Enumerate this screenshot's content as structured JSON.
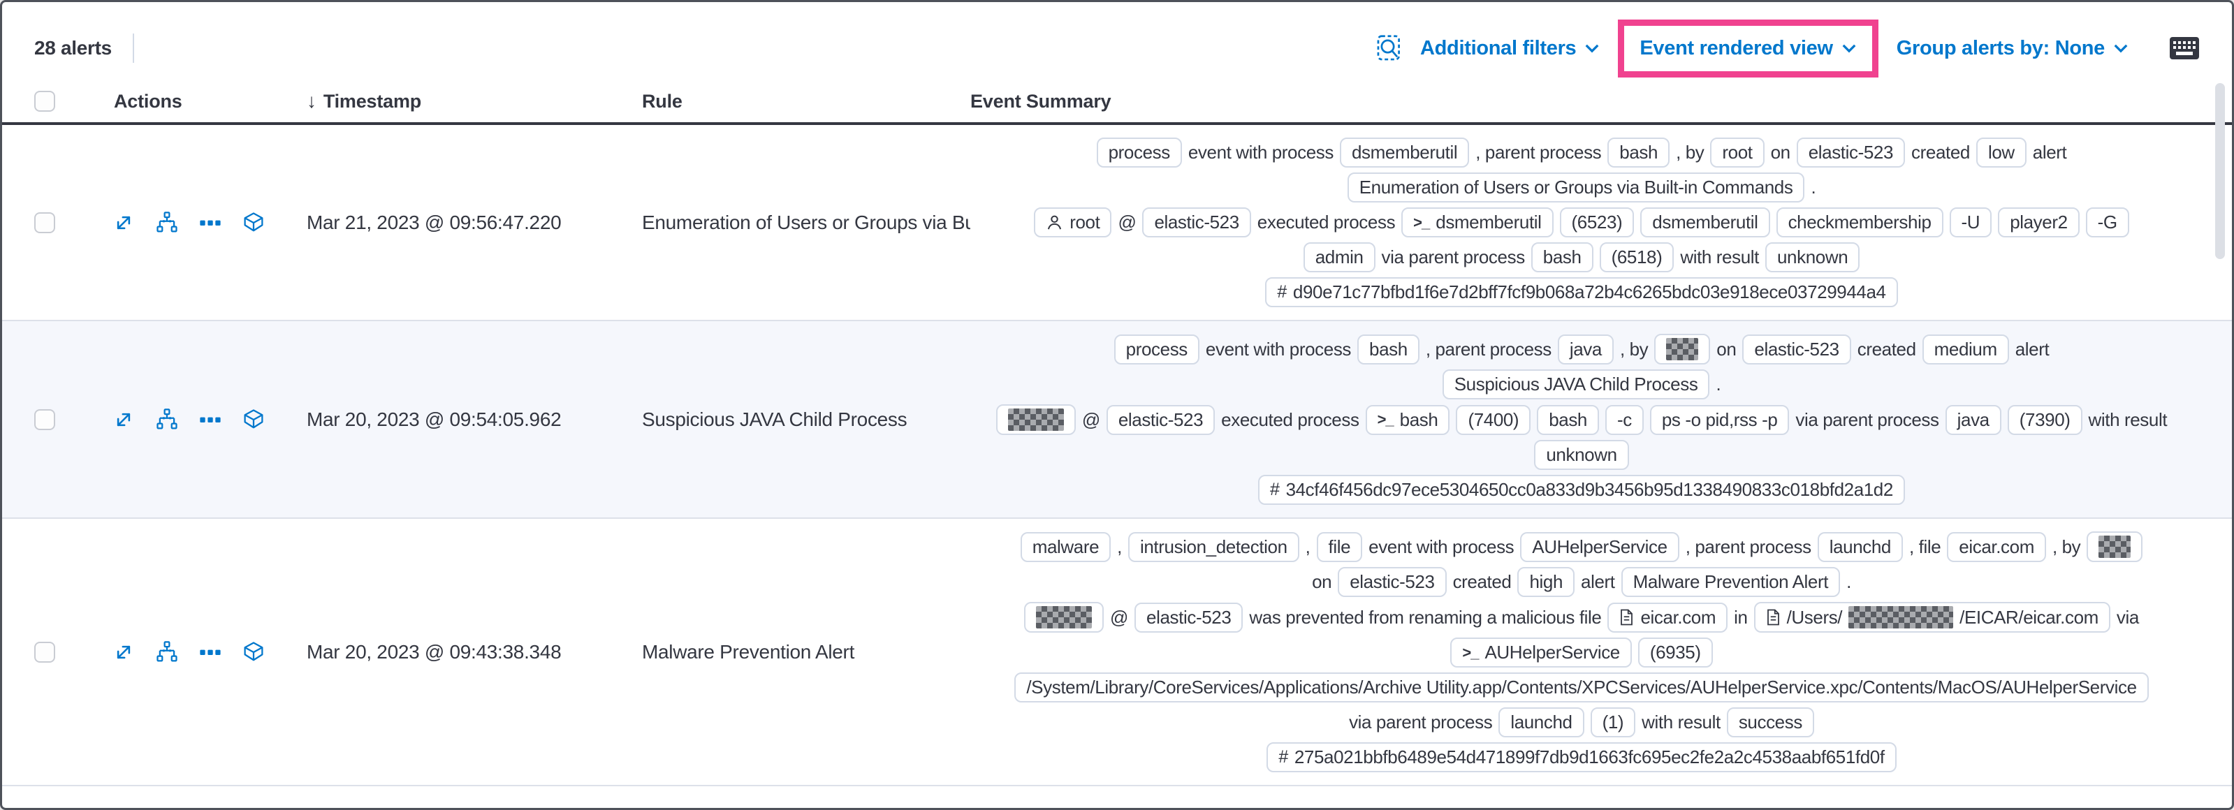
{
  "toolbar": {
    "alert_count": "28 alerts",
    "additional_filters": "Additional filters",
    "view_selector": "Event rendered view",
    "group_by": "Group alerts by: None"
  },
  "header": {
    "actions": "Actions",
    "timestamp": "Timestamp",
    "rule": "Rule",
    "event_summary": "Event Summary"
  },
  "colors": {
    "link_blue": "#0077cc",
    "highlight_pink": "#f0428f",
    "header_dark": "#343741",
    "badge_border": "#d3dae6",
    "stripe_bg": "#f5f7fc"
  },
  "rows": [
    {
      "timestamp": "Mar 21, 2023 @ 09:56:47.220",
      "rule": "Enumeration of Users or Groups via Bui",
      "striped": false,
      "summary": [
        [
          {
            "k": "b",
            "v": "process"
          },
          {
            "k": "t",
            "v": "event with process"
          },
          {
            "k": "b",
            "v": "dsmemberutil"
          },
          {
            "k": "t",
            "v": ", parent process"
          },
          {
            "k": "b",
            "v": "bash"
          },
          {
            "k": "t",
            "v": ", by"
          },
          {
            "k": "b",
            "v": "root"
          },
          {
            "k": "t",
            "v": "on"
          },
          {
            "k": "b",
            "v": "elastic-523"
          },
          {
            "k": "t",
            "v": "created"
          },
          {
            "k": "b",
            "v": "low"
          },
          {
            "k": "t",
            "v": "alert"
          }
        ],
        [
          {
            "k": "b",
            "v": "Enumeration of Users or Groups via Built-in Commands"
          },
          {
            "k": "t",
            "v": "."
          }
        ],
        [
          {
            "k": "b",
            "v": "root",
            "icon": "user"
          },
          {
            "k": "t",
            "v": "@"
          },
          {
            "k": "b",
            "v": "elastic-523"
          },
          {
            "k": "t",
            "v": "executed process"
          },
          {
            "k": "b",
            "v": "dsmemberutil",
            "icon": "terminal"
          },
          {
            "k": "b",
            "v": "(6523)"
          },
          {
            "k": "b",
            "v": "dsmemberutil"
          },
          {
            "k": "b",
            "v": "checkmembership"
          },
          {
            "k": "b",
            "v": "-U"
          },
          {
            "k": "b",
            "v": "player2"
          },
          {
            "k": "b",
            "v": "-G"
          }
        ],
        [
          {
            "k": "b",
            "v": "admin"
          },
          {
            "k": "t",
            "v": "via parent process"
          },
          {
            "k": "b",
            "v": "bash"
          },
          {
            "k": "b",
            "v": "(6518)"
          },
          {
            "k": "t",
            "v": "with result"
          },
          {
            "k": "b",
            "v": "unknown"
          }
        ],
        [
          {
            "k": "b",
            "v": "d90e71c77bfbd1f6e7d2bff7fcf9b068a72b4c6265bdc03e918ece03729944a4",
            "icon": "hash"
          }
        ]
      ]
    },
    {
      "timestamp": "Mar 20, 2023 @ 09:54:05.962",
      "rule": "Suspicious JAVA Child Process",
      "striped": true,
      "summary": [
        [
          {
            "k": "b",
            "v": "process"
          },
          {
            "k": "t",
            "v": "event with process"
          },
          {
            "k": "b",
            "v": "bash"
          },
          {
            "k": "t",
            "v": ", parent process"
          },
          {
            "k": "b",
            "v": "java"
          },
          {
            "k": "t",
            "v": ", by"
          },
          {
            "k": "br",
            "w": 46
          },
          {
            "k": "t",
            "v": "on"
          },
          {
            "k": "b",
            "v": "elastic-523"
          },
          {
            "k": "t",
            "v": "created"
          },
          {
            "k": "b",
            "v": "medium"
          },
          {
            "k": "t",
            "v": "alert"
          }
        ],
        [
          {
            "k": "b",
            "v": "Suspicious JAVA Child Process"
          },
          {
            "k": "t",
            "v": "."
          }
        ],
        [
          {
            "k": "br",
            "w": 80
          },
          {
            "k": "t",
            "v": "@"
          },
          {
            "k": "b",
            "v": "elastic-523"
          },
          {
            "k": "t",
            "v": "executed process"
          },
          {
            "k": "b",
            "v": "bash",
            "icon": "terminal"
          },
          {
            "k": "b",
            "v": "(7400)"
          },
          {
            "k": "b",
            "v": "bash"
          },
          {
            "k": "b",
            "v": "-c"
          },
          {
            "k": "b",
            "v": "ps -o pid,rss -p"
          },
          {
            "k": "t",
            "v": "via parent process"
          },
          {
            "k": "b",
            "v": "java"
          },
          {
            "k": "b",
            "v": "(7390)"
          },
          {
            "k": "t",
            "v": "with result"
          }
        ],
        [
          {
            "k": "b",
            "v": "unknown"
          }
        ],
        [
          {
            "k": "b",
            "v": "34cf46f456dc97ece5304650cc0a833d9b3456b95d1338490833c018bfd2a1d2",
            "icon": "hash"
          }
        ]
      ]
    },
    {
      "timestamp": "Mar 20, 2023 @ 09:43:38.348",
      "rule": "Malware Prevention Alert",
      "striped": false,
      "summary": [
        [
          {
            "k": "b",
            "v": "malware"
          },
          {
            "k": "t",
            "v": ","
          },
          {
            "k": "b",
            "v": "intrusion_detection"
          },
          {
            "k": "t",
            "v": ","
          },
          {
            "k": "b",
            "v": "file"
          },
          {
            "k": "t",
            "v": "event with process"
          },
          {
            "k": "b",
            "v": "AUHelperService"
          },
          {
            "k": "t",
            "v": ", parent process"
          },
          {
            "k": "b",
            "v": "launchd"
          },
          {
            "k": "t",
            "v": ", file"
          },
          {
            "k": "b",
            "v": "eicar.com"
          },
          {
            "k": "t",
            "v": ", by"
          },
          {
            "k": "br",
            "w": 46
          }
        ],
        [
          {
            "k": "t",
            "v": "on"
          },
          {
            "k": "b",
            "v": "elastic-523"
          },
          {
            "k": "t",
            "v": "created"
          },
          {
            "k": "b",
            "v": "high"
          },
          {
            "k": "t",
            "v": "alert"
          },
          {
            "k": "b",
            "v": "Malware Prevention Alert"
          },
          {
            "k": "t",
            "v": "."
          }
        ],
        [
          {
            "k": "br",
            "w": 80
          },
          {
            "k": "t",
            "v": "@"
          },
          {
            "k": "b",
            "v": "elastic-523"
          },
          {
            "k": "t",
            "v": "was prevented from renaming a malicious file"
          },
          {
            "k": "b",
            "v": "eicar.com",
            "icon": "file"
          },
          {
            "k": "t",
            "v": "in"
          },
          {
            "k": "b",
            "icon": "file",
            "parts": [
              {
                "t": "x",
                "v": "/Users/"
              },
              {
                "t": "r",
                "w": 150
              },
              {
                "t": "x",
                "v": "/EICAR/eicar.com"
              }
            ]
          },
          {
            "k": "t",
            "v": "via"
          }
        ],
        [
          {
            "k": "b",
            "v": "AUHelperService",
            "icon": "terminal"
          },
          {
            "k": "b",
            "v": "(6935)"
          }
        ],
        [
          {
            "k": "b",
            "v": "/System/Library/CoreServices/Applications/Archive Utility.app/Contents/XPCServices/AUHelperService.xpc/Contents/MacOS/AUHelperService"
          }
        ],
        [
          {
            "k": "t",
            "v": "via parent process"
          },
          {
            "k": "b",
            "v": "launchd"
          },
          {
            "k": "b",
            "v": "(1)"
          },
          {
            "k": "t",
            "v": "with result"
          },
          {
            "k": "b",
            "v": "success"
          }
        ],
        [
          {
            "k": "b",
            "v": "275a021bbfb6489e54d471899f7db9d1663fc695ec2fe2a2c4538aabf651fd0f",
            "icon": "hash"
          }
        ]
      ]
    }
  ]
}
